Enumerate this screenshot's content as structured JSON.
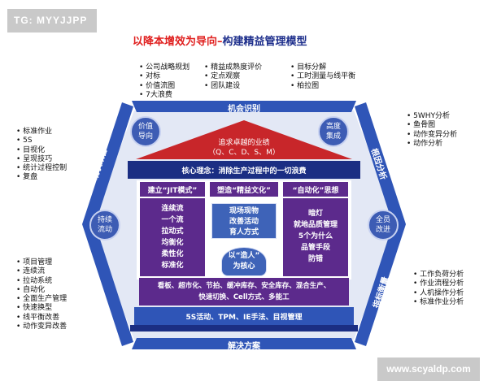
{
  "tag": "TG: MYYJJPP",
  "title": {
    "part1": "以降本增效为导向–",
    "part2": "构建精益管理模型"
  },
  "top_lists": {
    "left": [
      "公司战略规划",
      "对标",
      "价值流图",
      "7大浪费"
    ],
    "middle": [
      "精益成熟度评价",
      "定点观察",
      "团队建设"
    ],
    "right": [
      "目标分解",
      "工时测量与线平衡",
      "柏拉图"
    ]
  },
  "left_lists": {
    "upper": [
      "标准作业",
      "5S",
      "目视化",
      "呈现技巧",
      "统计过程控制",
      "复盘"
    ],
    "lower": [
      "项目管理",
      "连续流",
      "拉动系统",
      "自动化",
      "全面生产管理",
      "快速换型",
      "线平衡改善",
      "动作变异改善"
    ]
  },
  "right_lists": {
    "upper": [
      "5WHY分析",
      "鱼骨图",
      "动作变异分析",
      "动作分析"
    ],
    "lower": [
      "工作负荷分析",
      "作业流程分析",
      "人机操作分析",
      "标准作业分析"
    ]
  },
  "hexagon": {
    "top": "机会识别",
    "bottom": "解决方案",
    "upper_left": "现状改善",
    "lower_left": "行动计划",
    "upper_right": "根因分析",
    "lower_right": "指标衡量"
  },
  "bubbles": {
    "value": "价值\n导向",
    "height": "高度\n集成",
    "sustain": "持续\n流动",
    "all": "全员\n改进"
  },
  "house": {
    "roof": "追求卓越的业绩\n（Q、C、D、S、M）",
    "core": "核心理念：消除生产过程中的一切浪费",
    "pillar_left_head": "建立“JIT模式”",
    "pillar_mid_head": "塑造“精益文化”",
    "pillar_right_head": "“自动化”思想",
    "pillar_left": "连续流\n一个流\n拉动式\n均衡化\n柔性化\n标准化",
    "pillar_mid": "现场现物\n改善活动\n育人方式",
    "center_person": "以“造人”\n为核心",
    "pillar_right": "暗灯\n就地品质管理\n5个为什么\n品管手段\n防错",
    "foundation_1": "看板、超市化、节拍、缓冲库存、安全库存、混合生产、\n快速切换、Cell方式、多能工",
    "foundation_2": "5S活动、TPM、IE手法、目视管理"
  },
  "watermark": "www.scyaldp.com",
  "colors": {
    "band": "#2f55b7",
    "navy": "#1b2e83",
    "purple": "#5c2a8c",
    "roof": "#c8262a",
    "light": "#e3e8f5"
  }
}
